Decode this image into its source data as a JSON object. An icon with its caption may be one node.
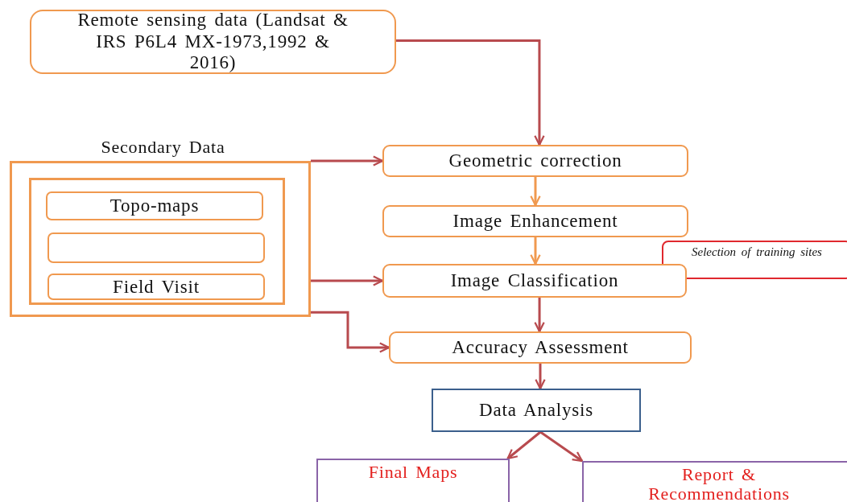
{
  "diagram": {
    "nodes": [
      {
        "text": [
          "Remote sensing data (Landsat & IRS P6L4 MX-1973,1992 & 2016)"
        ]
      },
      {
        "text": [
          "Secondary Data"
        ]
      },
      {
        "text": [],
        "shape": "box",
        "in": 1
      },
      {
        "text": [
          "Topo-maps"
        ],
        "in": 2
      },
      {
        "text": [],
        "shape": "box",
        "in": 2
      },
      {
        "text": [
          "Field Visit"
        ],
        "in": 2
      },
      {
        "text": [
          "Geometric correction"
        ]
      },
      {
        "text": [
          "Image Enhancement"
        ]
      },
      {
        "text": [
          "Image Classification"
        ]
      },
      {
        "text": [
          "Selection of training sites"
        ]
      },
      {
        "text": [
          "Accuracy Assessment"
        ]
      },
      {
        "text": [
          "Data Analysis"
        ]
      },
      {
        "text": [
          "Final Maps"
        ]
      },
      {
        "text": [
          "Report & Recommendations"
        ]
      }
    ],
    "edges": [
      {
        "from": 0,
        "to": 6,
        "arrow": "to"
      },
      {
        "from": 1,
        "to": 6,
        "arrow": "to"
      },
      {
        "from": 6,
        "to": 7,
        "arrow": "to",
        "color": "#f0994f"
      },
      {
        "from": 7,
        "to": 8,
        "arrow": "to",
        "color": "#f0994f"
      },
      {
        "from": 1,
        "to": 8,
        "arrow": "to"
      },
      {
        "from": 1,
        "to": 10,
        "arrow": "to"
      },
      {
        "from": 8,
        "to": 10,
        "arrow": "to"
      },
      {
        "from": 10,
        "to": 11,
        "arrow": "to"
      },
      {
        "from": 11,
        "to": 12,
        "arrow": "to"
      },
      {
        "from": 11,
        "to": 13,
        "arrow": "to"
      }
    ]
  }
}
